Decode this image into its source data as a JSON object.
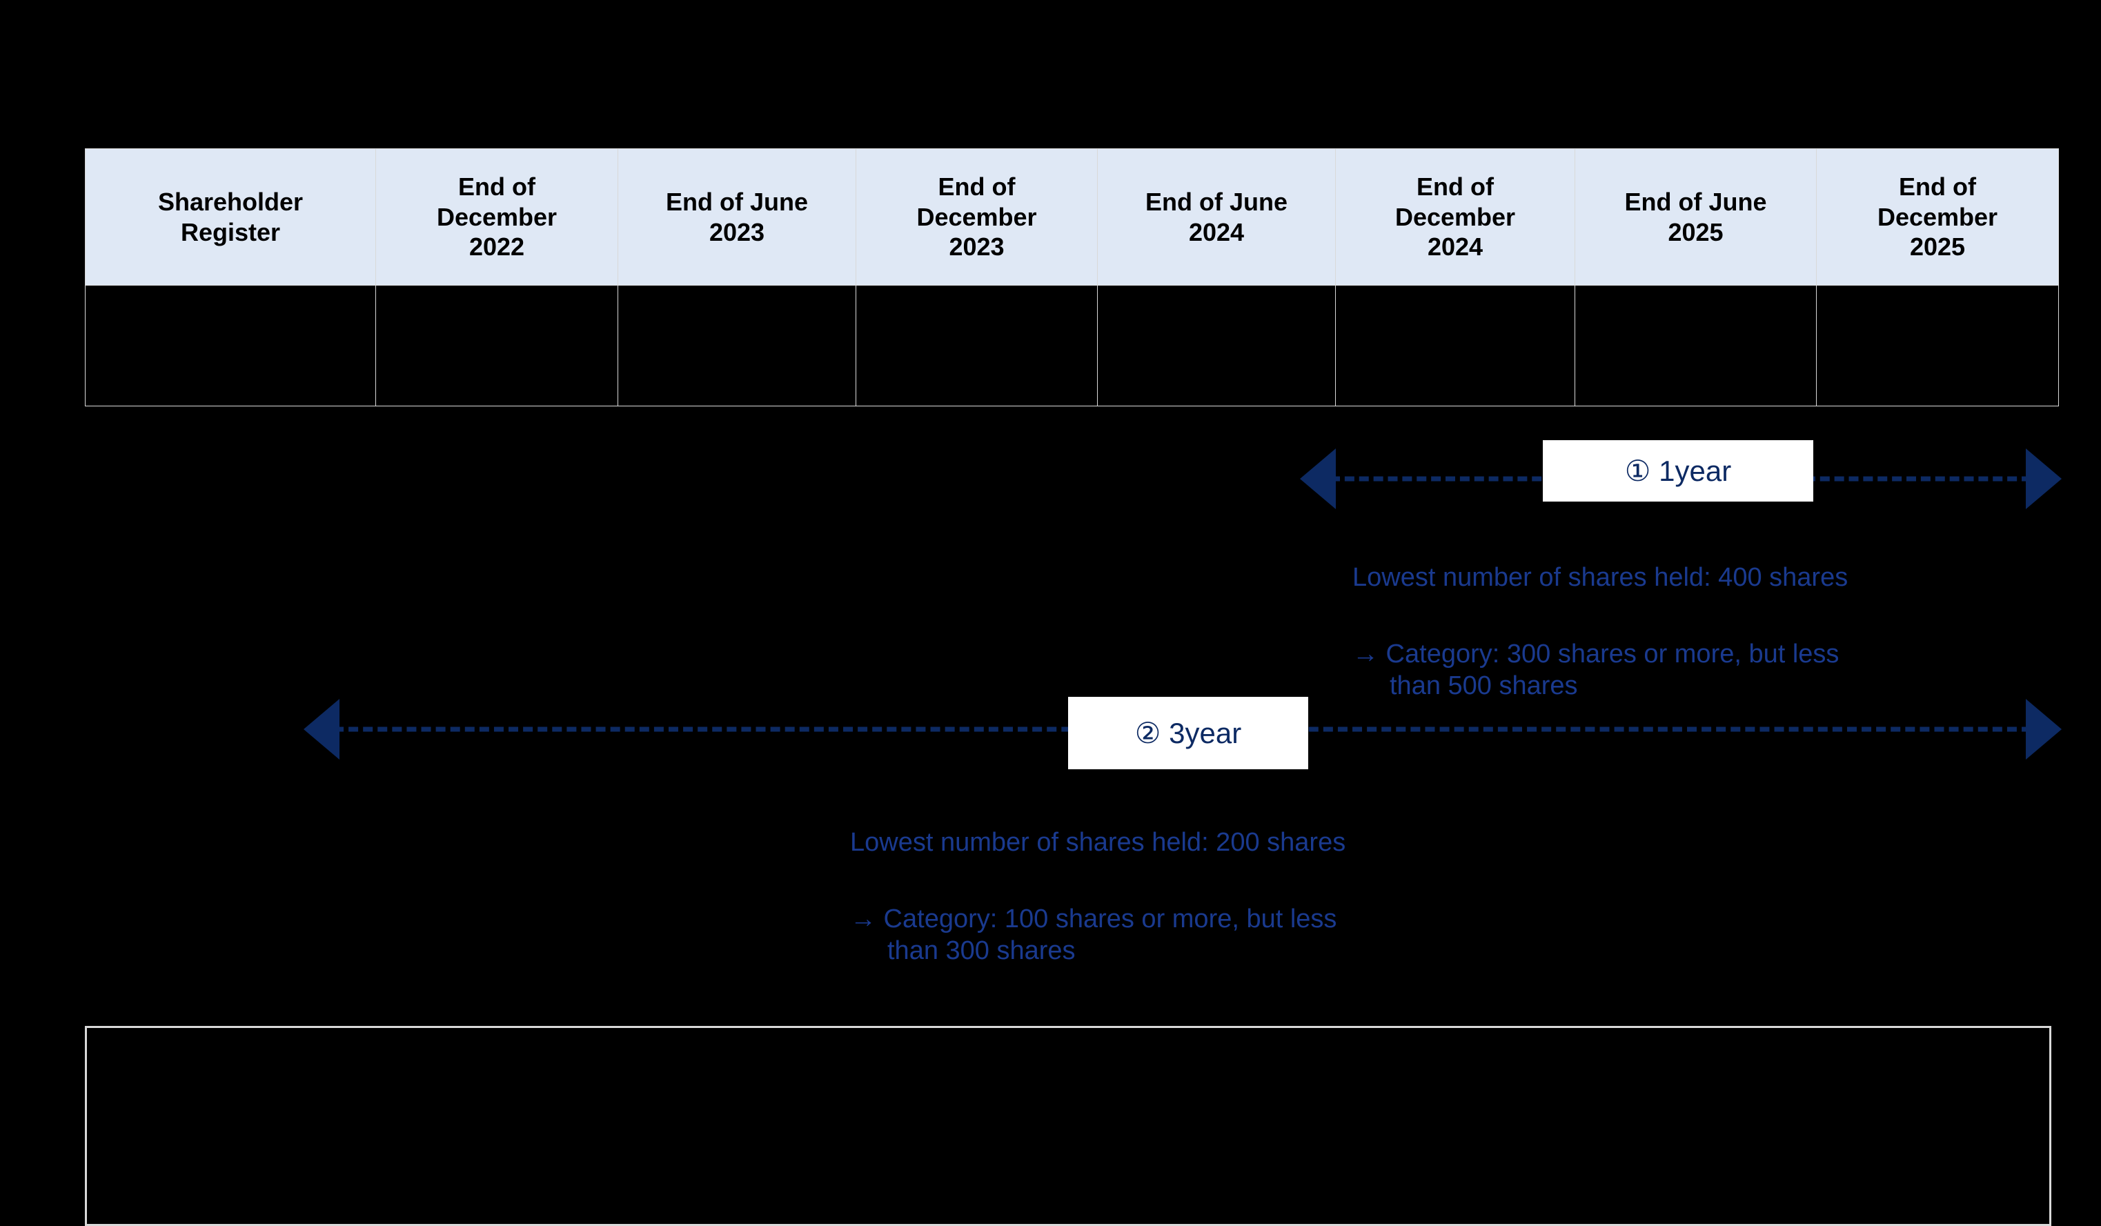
{
  "table": {
    "headers": [
      "Shareholder\nRegister",
      "End of\nDecember\n2022",
      "End of June\n2023",
      "End of\nDecember\n2023",
      "End of June\n2024",
      "End of\nDecember\n2024",
      "End of June\n2025",
      "End of\nDecember\n2025"
    ],
    "rows": [
      [
        "",
        "",
        "",
        "",
        "",
        "",
        "",
        ""
      ]
    ],
    "header_bg": "#dfe8f5",
    "border_color": "#d9d9d9"
  },
  "periods": [
    {
      "id": "one-year",
      "label": "① 1year",
      "marker": "①",
      "term": "1year",
      "lowest_shares_line": "Lowest number of shares held: 400 shares",
      "category_line": "→ Category: 300 shares or more, but less\n   than 500 shares",
      "lowest_shares_value": "400 shares",
      "category_lower_bound": "300 shares",
      "category_upper_bound": "500 shares"
    },
    {
      "id": "three-year",
      "label": "② 3year",
      "marker": "②",
      "term": "3year",
      "lowest_shares_line": "Lowest number of shares held: 200 shares",
      "category_line": "→ Category: 100 shares or more, but less\n   than 300 shares",
      "lowest_shares_value": "200 shares",
      "category_lower_bound": "100 shares",
      "category_upper_bound": "300 shares"
    }
  ],
  "note_box": {
    "text": ""
  },
  "colors": {
    "arrow": "#0d2a63",
    "annotation_text": "#1a3a8f",
    "header_background": "#dfe8f5",
    "page_background": "#000000",
    "border": "#d9d9d9"
  }
}
